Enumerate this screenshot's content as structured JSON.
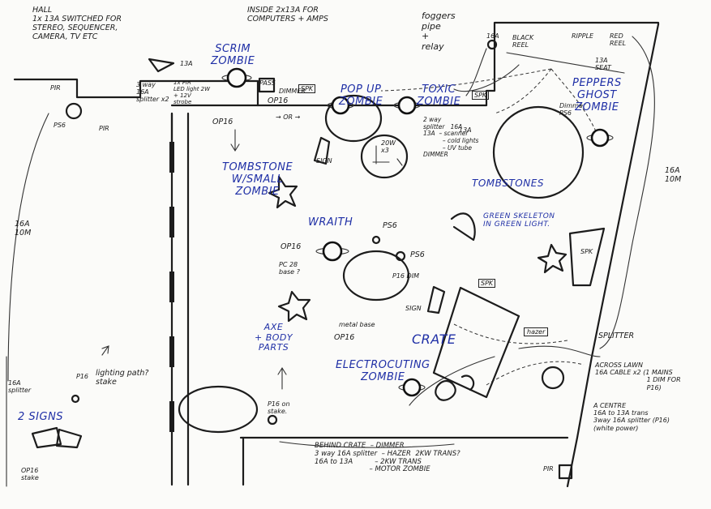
{
  "notes": {
    "hall": "HALL\n1x 13A SWITCHED FOR\nSTEREO, SEQUENCER,\nCAMERA, TV ETC",
    "inside": "INSIDE 2x13A FOR\nCOMPUTERS + AMPS",
    "fogger": "foggers\npipe\n+\nrelay",
    "black_reel": "BLACK\nREEL",
    "ripple": "RIPPLE",
    "red_reel": "RED\nREEL",
    "reel_16a": "16A",
    "reel_13a_right": "13A\nSEAT",
    "pir_top_left": "PIR",
    "ps6_top_left": "PS6",
    "pir_small": "PIR",
    "splitter_3way": "3 way\n16A\nsplitter x2",
    "sub_13a": "13A",
    "led_pir": "1x PIR\nLED light 2W\n+ 12V\nstrobe",
    "op16_top": "OP16",
    "pass_label": "PASS",
    "op16_mid": "OP16",
    "or_label": "→ OR →",
    "dimmer_small_lbl": "DIMMER",
    "sign_top": "SIGN",
    "spk_top": "SPK",
    "spk_toxic": "SPK",
    "spk_right": "SPK",
    "spk_crate": "SPK",
    "zoom_box": "20W\nx3",
    "toxic_notes": "2 way\nsplitter   16A\n13A  – scanner\n          – cold lights\n          – UV tube\nDIMMER",
    "dimmer_13a": "13A",
    "peppers_power": "Dimmer\nPS6",
    "op16_left": "OP16",
    "ps6_wraith": "PS6",
    "ps6_mid": "PS6",
    "op16_wraith": "OP16",
    "pc_base": "PC 28\nbase ?",
    "dim_label": "P16  DIM",
    "sign_mid": "SIGN",
    "metal_base": "metal base",
    "op16_axe": "OP16",
    "hazer": "hazer",
    "splitter_right": "SPLITTER",
    "across_lawn": "ACROSS LAWN\n16A CABLE x2 (1 MAINS\n                         1 DIM FOR\n                         P16)",
    "a_centre": "A CENTRE\n16A to 13A trans\n3way 16A splitter (P16)\n(white power)",
    "right_16a": "16A\n10M",
    "left_16a": "16A\n10M",
    "splitter_left": "16A\nsplitter",
    "p16_left": "P16",
    "lighting_path": "lighting path?\nstake",
    "op16_bottom": "OP16\nstake",
    "p16_stake": "P16 on\nstake.",
    "behind_crate": "BEHIND CRATE  – DIMMER\n3 way 16A splitter  – HAZER  2KW TRANS?\n16A to 13A          – 2KW TRANS\n                         – MOTOR ZOMBIE",
    "pir_bottom": "PIR"
  },
  "zones": {
    "scrim": "SCRIM\nZOMBIE",
    "popup": "POP UP\nZOMBIE",
    "toxic": "TOXIC\nZOMBIE",
    "peppers": "PEPPERS\nGHOST\nZOMBIE",
    "tombstone_small": "TOMBSTONE\nW/SMALL\nZOMBIE",
    "tombstones": "TOMBSTONES",
    "green_skeleton": "GREEN SKELETON\nIN GREEN LIGHT.",
    "wraith": "WRAITH",
    "axe": "AXE\n+ BODY\nPARTS",
    "crate": "CRATE",
    "electrocuting": "ELECTROCUTING\nZOMBIE",
    "two_signs": "2 SIGNS"
  },
  "colors": {
    "ink": "#1c1c1c",
    "blue_pen": "#1f2fa6",
    "paper": "#fbfbf9"
  }
}
